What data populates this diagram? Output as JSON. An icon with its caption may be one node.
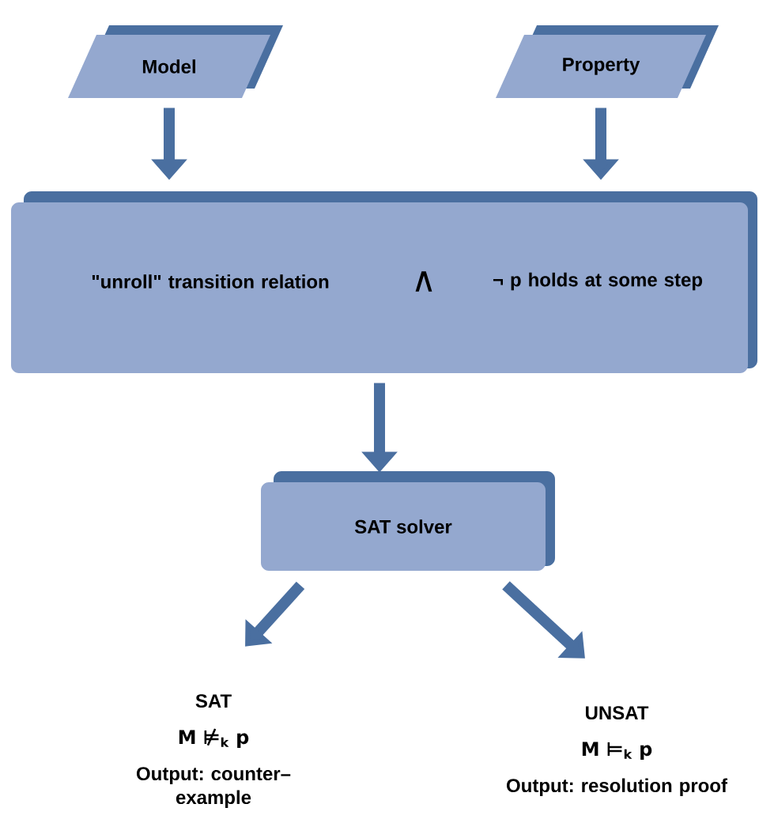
{
  "diagram": {
    "nodes": [
      {
        "text": [
          "Model"
        ]
      },
      {
        "text": [
          "Property"
        ]
      },
      {
        "text": [
          "\"unroll\" transition relation",
          "∧",
          "¬ p holds at some step"
        ]
      },
      {
        "text": [
          "SAT solver"
        ]
      },
      {
        "text": [
          "SAT",
          "M ⊭$_{k}$ p",
          "Output: counter– example"
        ]
      },
      {
        "text": [
          "UNSAT",
          "M ⊨$_{k}$ p",
          "Output: resolution proof"
        ]
      }
    ],
    "edges": [
      {
        "from": 0,
        "to": 2,
        "arrow": "to"
      },
      {
        "from": 1,
        "to": 2,
        "arrow": "to"
      },
      {
        "from": 2,
        "to": 3,
        "arrow": "to"
      },
      {
        "from": 3,
        "to": 4,
        "arrow": "to"
      },
      {
        "from": 3,
        "to": 5,
        "arrow": "to"
      }
    ]
  }
}
